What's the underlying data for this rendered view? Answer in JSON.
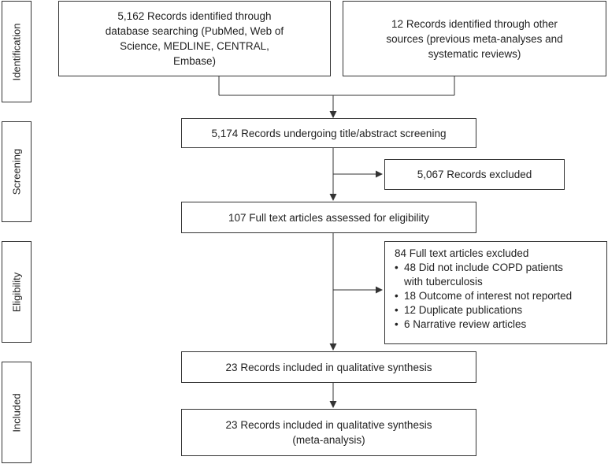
{
  "phases": {
    "identification": "Identification",
    "screening": "Screening",
    "eligibility": "Eligibility",
    "included": "Included"
  },
  "boxes": {
    "database": [
      "5,162 Records identified through",
      "database searching (PubMed, Web of",
      "Science, MEDLINE, CENTRAL,",
      "Embase)"
    ],
    "other": [
      "12 Records identified through other",
      "sources (previous meta-analyses and",
      "systematic reviews)"
    ],
    "screening": "5,174 Records undergoing title/abstract screening",
    "excluded": "5,067 Records excluded",
    "fulltext": "107 Full text articles assessed for eligibility",
    "fulltext_excluded": {
      "title": "84 Full text articles excluded",
      "reasons": [
        [
          "48 Did not include COPD patients",
          "with tuberculosis"
        ],
        [
          "18 Outcome of interest not reported"
        ],
        [
          "12 Duplicate publications"
        ],
        [
          "6 Narrative review articles"
        ]
      ]
    },
    "qualitative": "23 Records included in qualitative synthesis",
    "quantitative": [
      "23 Records included in qualitative synthesis",
      "(meta-analysis)"
    ]
  }
}
